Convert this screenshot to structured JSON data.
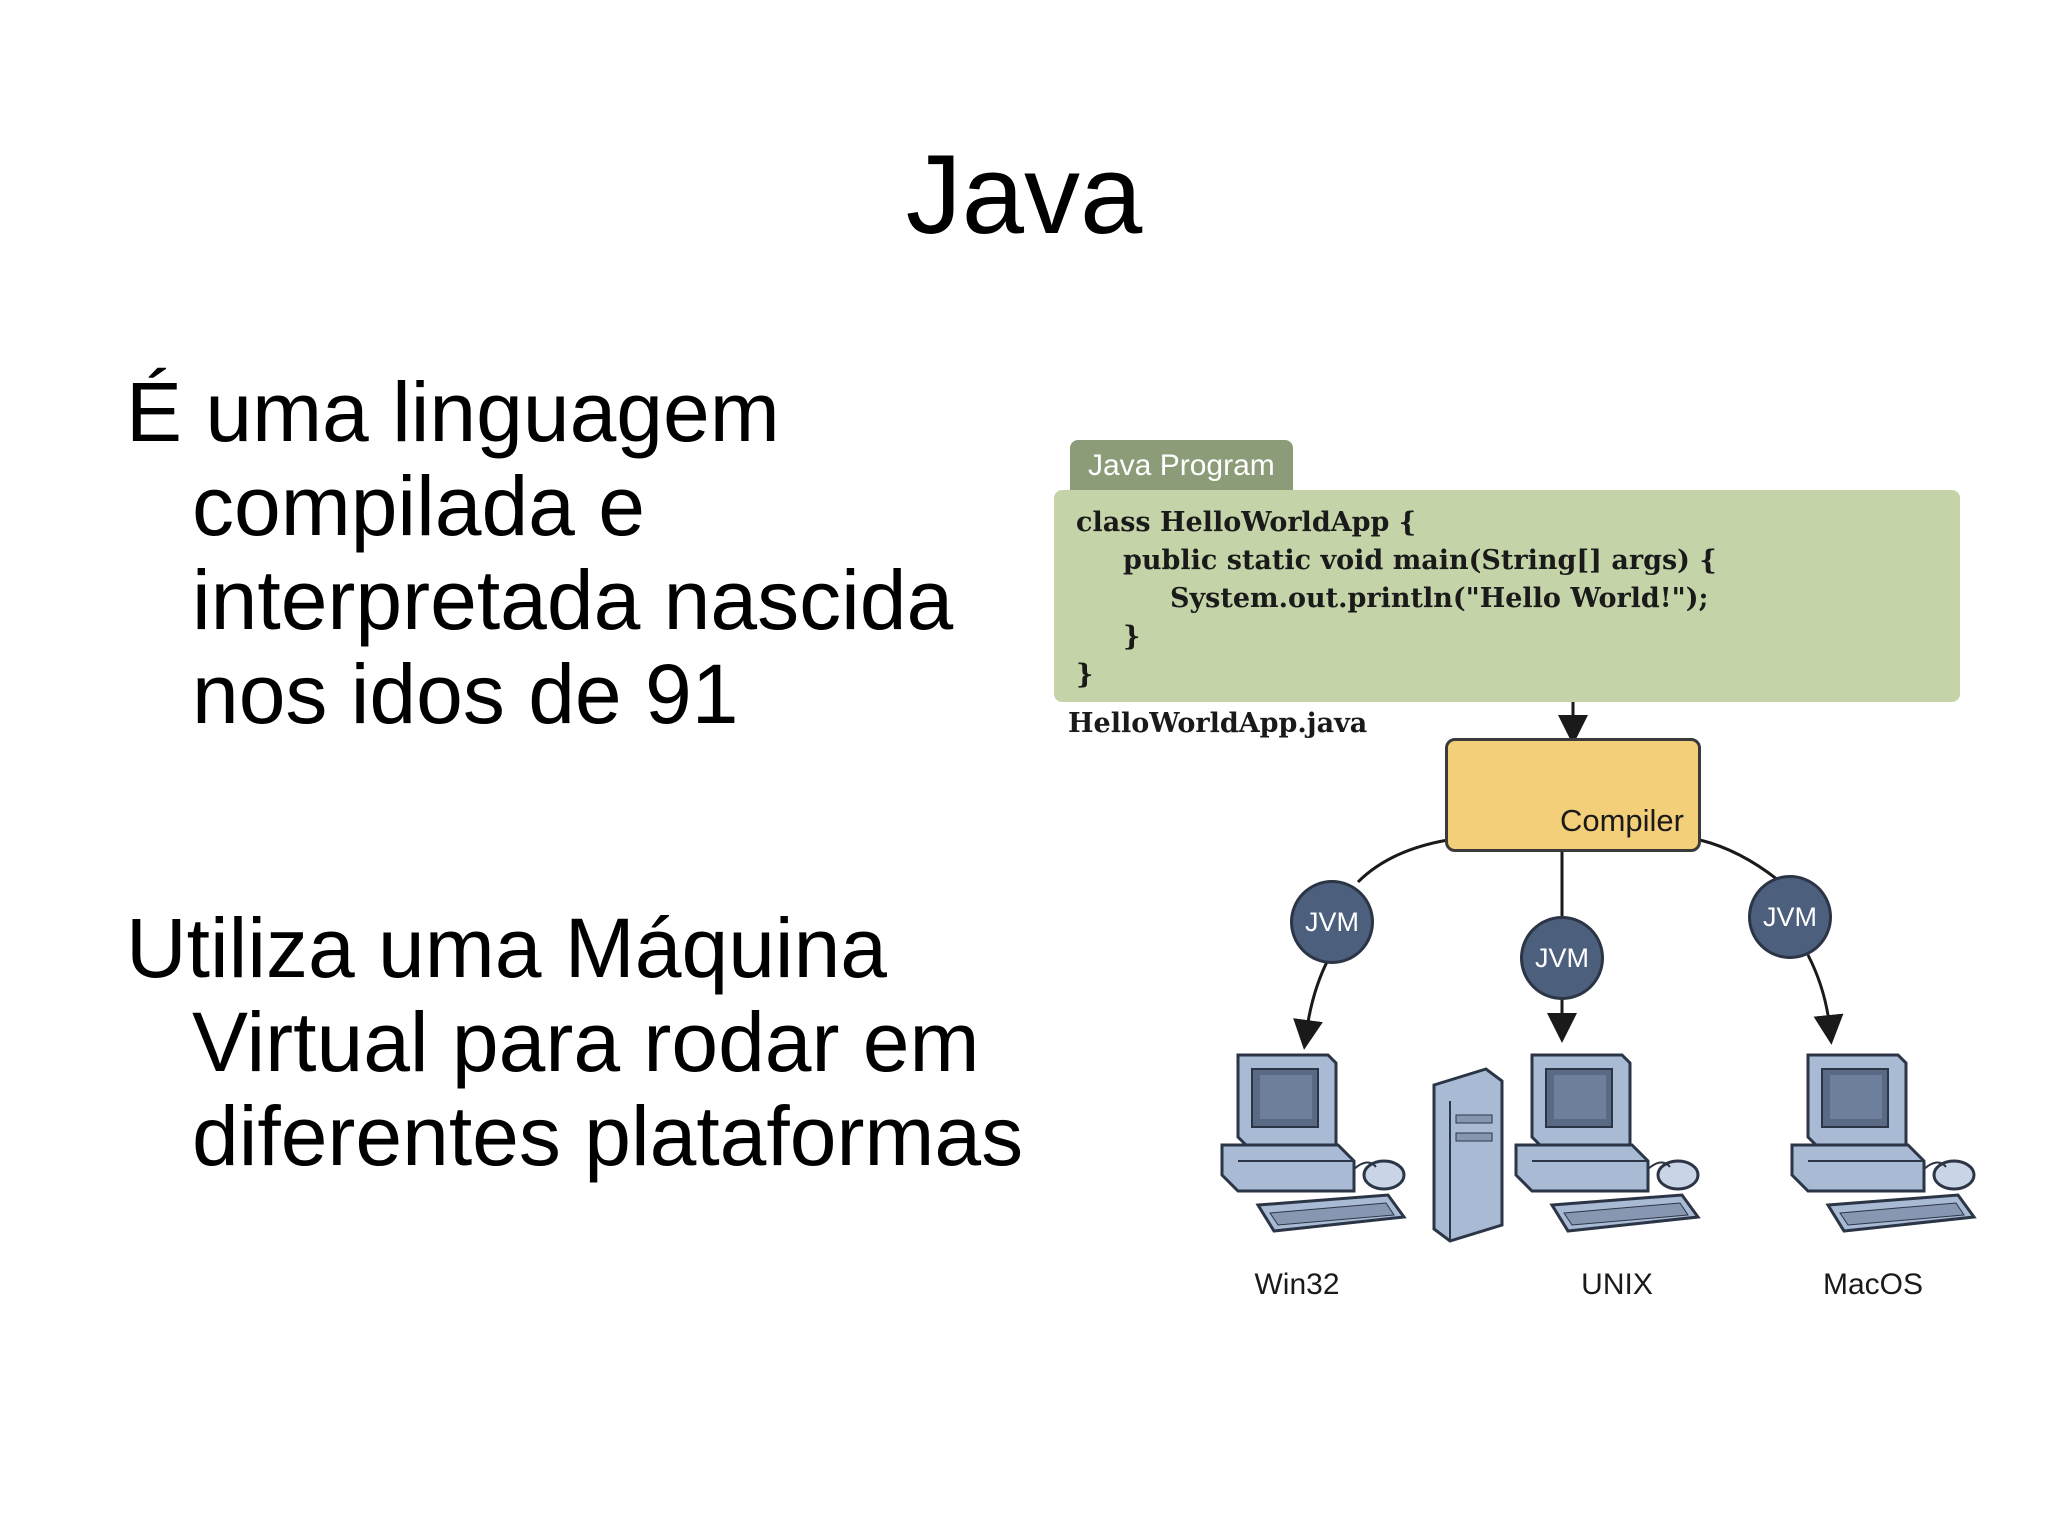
{
  "slide": {
    "title": "Java",
    "bullets": [
      "É uma linguagem compilada e interpretada nascida nos idos de 91",
      "Utiliza uma Máquina Virtual para rodar em diferentes plataformas"
    ]
  },
  "diagram": {
    "program_tab": "Java Program",
    "code_lines": [
      "class HelloWorldApp {",
      "     public static void main(String[] args) {",
      "          System.out.println(\"Hello World!\");",
      "     }",
      "}"
    ],
    "filename": "HelloWorldApp.java",
    "compiler_label": "Compiler",
    "jvm_label": "JVM",
    "platforms": [
      "Win32",
      "UNIX",
      "MacOS"
    ],
    "colors": {
      "code_bg": "#c4d4a8",
      "tab_bg": "#8c9c78",
      "compiler_bg": "#f4cf7a",
      "jvm_bg": "#4c5f7d",
      "computer_body": "#a9bad4"
    }
  }
}
